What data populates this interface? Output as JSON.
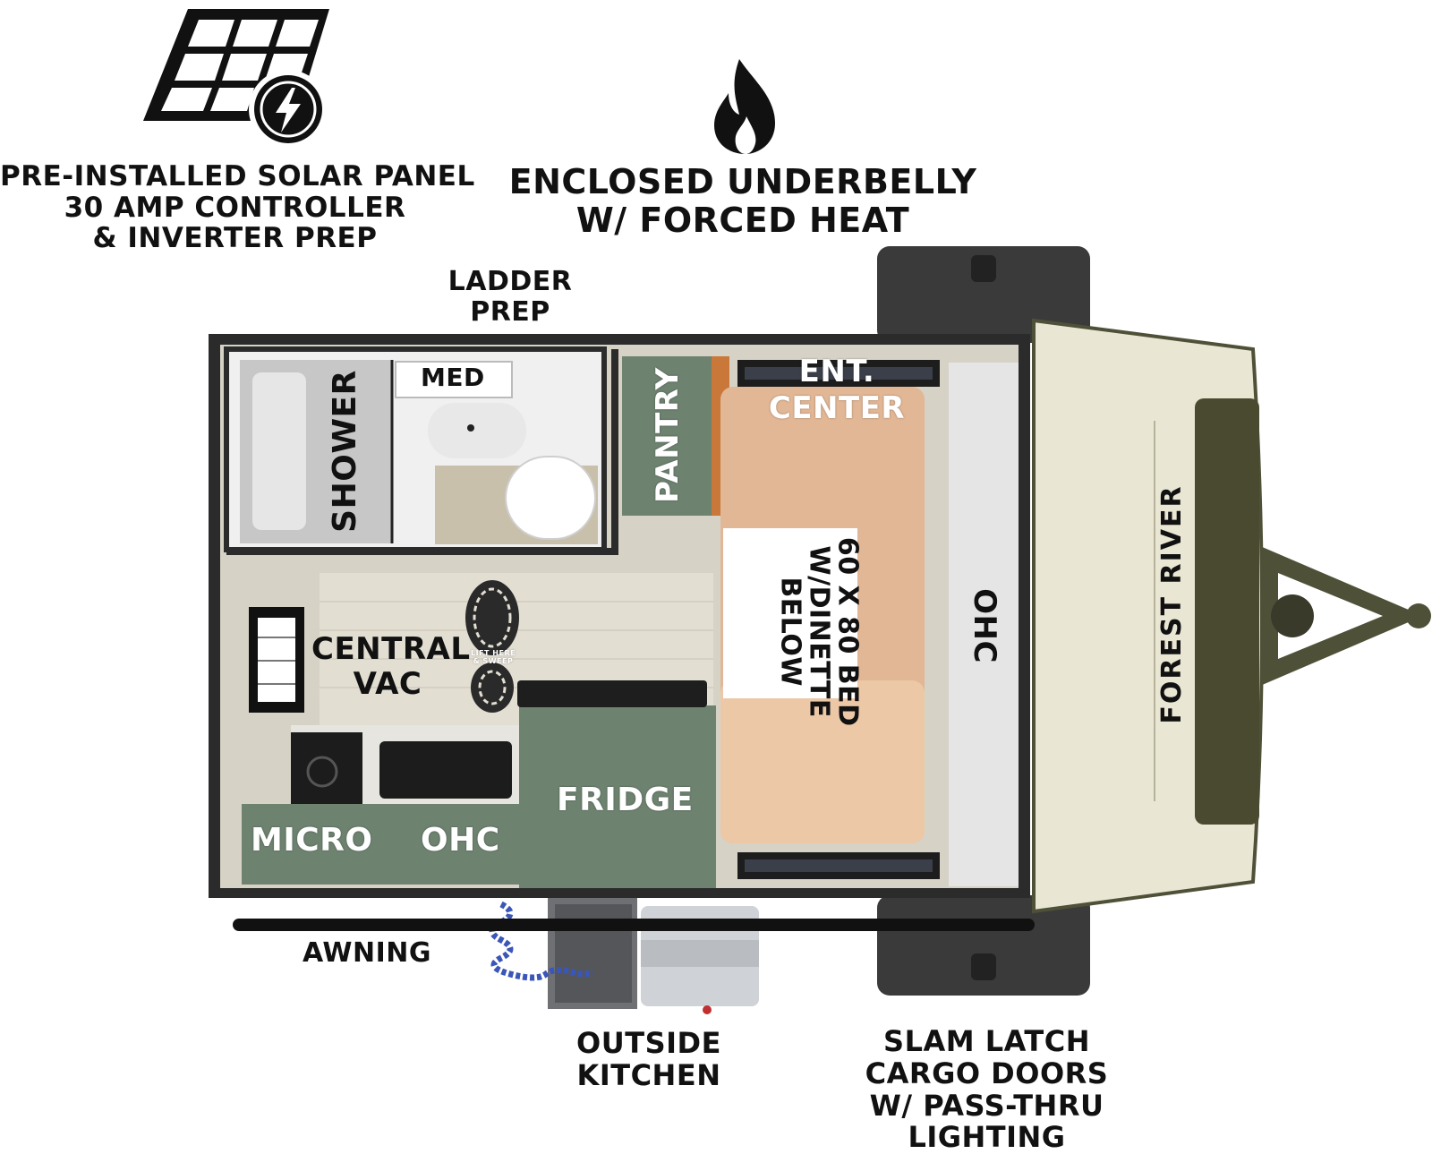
{
  "callouts": {
    "solar": [
      "PRE-INSTALLED SOLAR PANEL",
      "30 AMP CONTROLLER",
      "& INVERTER PREP"
    ],
    "underbelly": [
      "ENCLOSED UNDERBELLY",
      "W/ FORCED HEAT"
    ],
    "ladder": [
      "LADDER",
      "PREP"
    ],
    "awning": "AWNING",
    "outside_kitchen": [
      "OUTSIDE",
      "KITCHEN"
    ],
    "cargo_doors": [
      "SLAM LATCH",
      "CARGO DOORS",
      "W/ PASS-THRU",
      "LIGHTING"
    ]
  },
  "rooms": {
    "med": "MED",
    "shower": "SHOWER",
    "pantry": "PANTRY",
    "ent_center": [
      "ENT.",
      "CENTER"
    ],
    "bed": [
      "60 X 80 BED",
      "W/DINETTE",
      "BELOW"
    ],
    "ohc_front": "OHC",
    "central_vac": [
      "CENTRAL",
      "VAC"
    ],
    "fridge": "FRIDGE",
    "micro": "MICRO",
    "ohc_galley": "OHC",
    "boot_decal": [
      "LIFT HERE",
      "& SWEEP"
    ]
  },
  "brand": "FOREST RIVER",
  "colors": {
    "wall": "#2b2b2b",
    "floor": "#d7d2c6",
    "cabinet_green": "#6e8270",
    "bed": "#e2b795",
    "front_cap": "#eae6d4",
    "hitch": "#4f5038",
    "fender": "#3a3a3a",
    "hose": "#3a56b8"
  },
  "icons": [
    "solar-panel-icon",
    "lightning-bolt-icon",
    "flame-icon",
    "boot-print-icon"
  ]
}
